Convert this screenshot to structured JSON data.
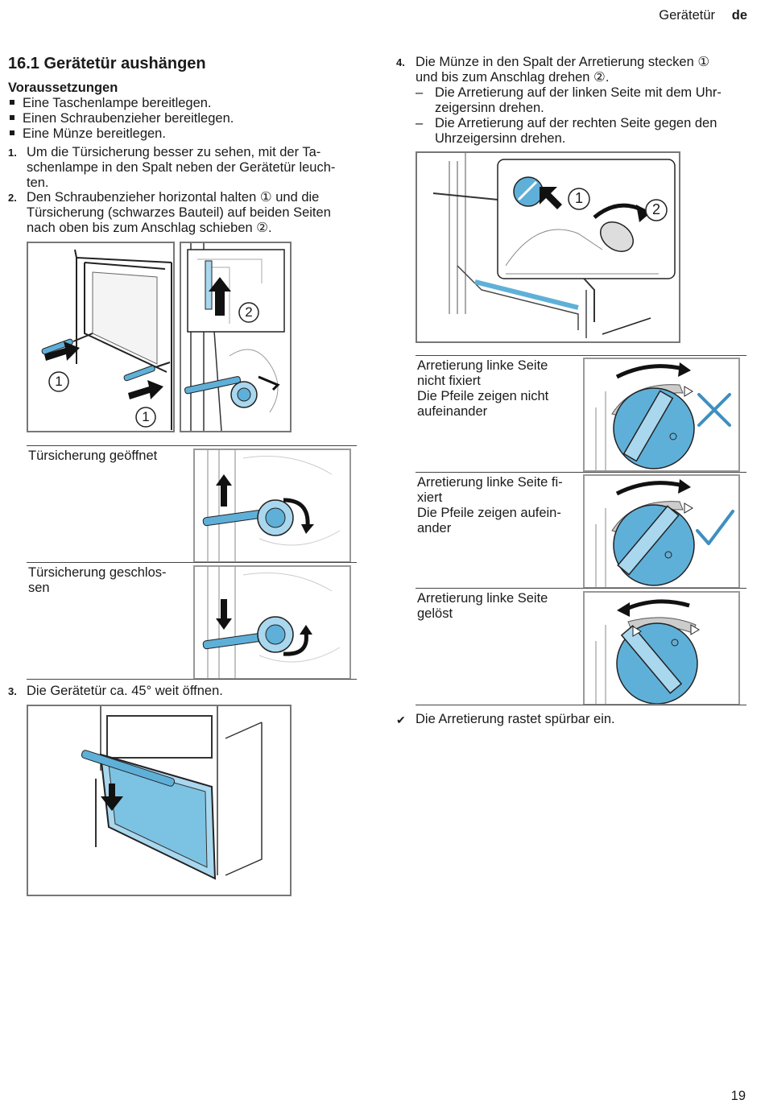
{
  "header": {
    "section": "Gerätetür",
    "lang": "de"
  },
  "heading": "16.1  Gerätetür aushängen",
  "subheading": "Voraussetzungen",
  "prerequisites": [
    "Eine Taschenlampe bereitlegen.",
    "Einen Schraubenzieher bereitlegen.",
    "Eine Münze bereitlegen."
  ],
  "steps": {
    "s1": {
      "num": "1.",
      "lines": [
        "Um die Türsicherung besser zu sehen, mit der Ta-",
        "schenlampe in den Spalt neben der Gerätetür leuch-",
        "ten."
      ]
    },
    "s2": {
      "num": "2.",
      "lines": [
        "Den Schraubenzieher horizontal halten ① und die",
        "Türsicherung (schwarzes Bauteil) auf beiden Seiten",
        "nach oben bis zum Anschlag schieben ②."
      ]
    },
    "s3": {
      "num": "3.",
      "text": "Die Gerätetür ca. 45° weit öffnen."
    },
    "s4": {
      "num": "4.",
      "lines": [
        "Die Münze in den Spalt der Arretierung stecken ①",
        "und bis zum Anschlag drehen ②."
      ],
      "sub": [
        {
          "dash": "–",
          "lines": [
            "Die Arretierung auf der linken Seite mit dem Uhr-",
            "zeigersinn drehen."
          ]
        },
        {
          "dash": "–",
          "lines": [
            "Die Arretierung auf der rechten Seite gegen den",
            "Uhrzeigersinn drehen."
          ]
        }
      ]
    }
  },
  "callouts": {
    "one": "1",
    "two": "2"
  },
  "left_table": [
    {
      "caption": [
        "Türsicherung geöffnet"
      ]
    },
    {
      "caption": [
        "Türsicherung geschlos-",
        "sen"
      ]
    }
  ],
  "right_table": [
    {
      "caption": [
        "Arretierung linke Seite",
        "nicht fixiert",
        "Die Pfeile zeigen nicht",
        "aufeinander"
      ],
      "mark": "cross-icon"
    },
    {
      "caption": [
        "Arretierung linke Seite fi-",
        "xiert",
        "Die Pfeile zeigen aufein-",
        "ander"
      ],
      "mark": "check-icon"
    },
    {
      "caption": [
        "Arretierung linke Seite",
        "gelöst"
      ],
      "mark": "none"
    }
  ],
  "result": {
    "icon": "check-mark-icon",
    "symbol": "✔",
    "text": "Die Arretierung rastet spürbar ein."
  },
  "page_number": "19",
  "colors": {
    "accent_blue": "#5fb0d8",
    "light_blue": "#a9d7ee",
    "outline": "#1a1a1a",
    "frame_grey": "#777777"
  }
}
